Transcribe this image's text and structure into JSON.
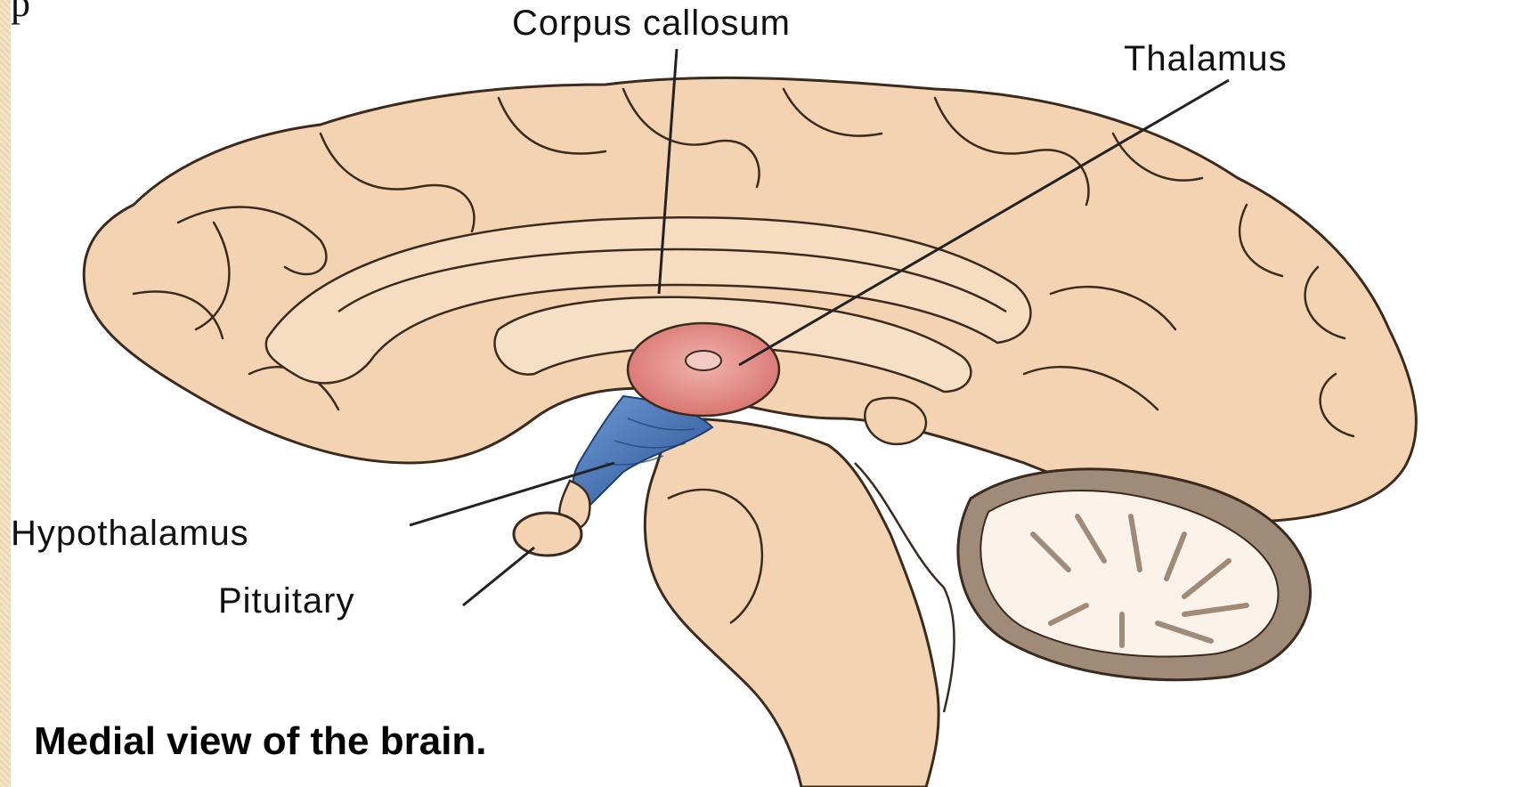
{
  "diagram": {
    "labels": {
      "corpus_callosum": "Corpus callosum",
      "thalamus": "Thalamus",
      "hypothalamus": "Hypothalamus",
      "pituitary": "Pituitary"
    },
    "caption": "Medial view of the brain.",
    "colors": {
      "brain": "#f3d3b2",
      "outline": "#3b2a1e",
      "thalamus": "#e08a86",
      "hypothalamus": "#3f6fb5",
      "cerebellum_cortex": "#a08a78",
      "cerebellum_white": "#fbf3ea"
    }
  }
}
